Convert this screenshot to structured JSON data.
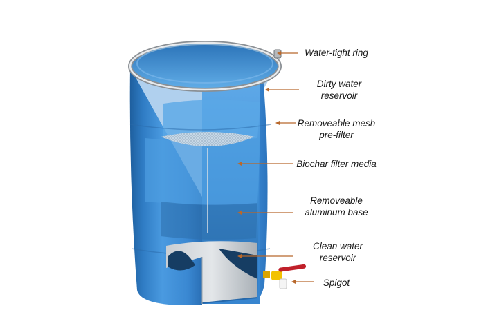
{
  "diagram": {
    "colors": {
      "barrel_blue": "#3d8fd8",
      "leader_line": "#b8682c",
      "spigot_handle": "#c0202a",
      "spigot_valve": "#f2c200"
    },
    "labels": {
      "ring": "Water-tight ring",
      "dirty_reservoir": "Dirty water\nreservoir",
      "mesh_prefilter": "Removeable mesh\npre-filter",
      "biochar": "Biochar filter media",
      "aluminum_base": "Removeable\naluminum base",
      "clean_reservoir": "Clean water\nreservoir",
      "spigot": "Spigot"
    }
  }
}
